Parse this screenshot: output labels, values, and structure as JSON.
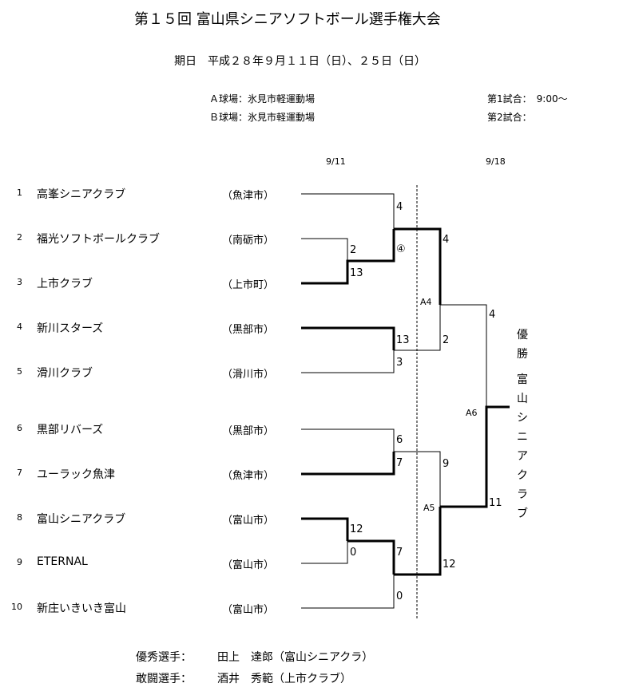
{
  "header": {
    "title": "第１５回 富山県シニアソフトボール選手権大会",
    "dates": "期日　平成２８年９月１１日（日）、２５日（日）",
    "venue_a": "Ａ球場：氷見市軽運動場",
    "venue_b": "Ｂ球場：氷見市軽運動場",
    "game1": "第1試合：　9:00～",
    "game2": "第2試合："
  },
  "rounds": {
    "r1": "9/11",
    "r2": "9/18"
  },
  "teams": [
    {
      "seed": "1",
      "name": "高峯シニアクラブ",
      "city": "（魚津市）"
    },
    {
      "seed": "2",
      "name": "福光ソフトボールクラブ",
      "city": "（南砺市）"
    },
    {
      "seed": "3",
      "name": "上市クラブ",
      "city": "（上市町）"
    },
    {
      "seed": "4",
      "name": "新川スターズ",
      "city": "（黒部市）"
    },
    {
      "seed": "5",
      "name": "滑川クラブ",
      "city": "（滑川市）"
    },
    {
      "seed": "6",
      "name": "黒部リバーズ",
      "city": "（黒部市）"
    },
    {
      "seed": "7",
      "name": "ユーラック魚津",
      "city": "（魚津市）"
    },
    {
      "seed": "8",
      "name": "富山シニアクラブ",
      "city": "（富山市）"
    },
    {
      "seed": "9",
      "name": "ETERNAL",
      "city": "（富山市）"
    },
    {
      "seed": "10",
      "name": "新庄いきいき富山",
      "city": "（富山市）"
    }
  ],
  "scores": {
    "s1": "4",
    "s2": "2",
    "s3": "13",
    "s23": "④",
    "s4": "13",
    "s5": "3",
    "s6": "6",
    "s7": "7",
    "s8": "12",
    "s9": "0",
    "s89": "7",
    "s10": "0",
    "a4_top": "4",
    "a4_bottom": "2",
    "a5_top": "9",
    "a5_bottom": "12",
    "final_top": "4",
    "final_bottom": "11"
  },
  "games": {
    "a4": "A4",
    "a5": "A5",
    "a6": "A6"
  },
  "champion": {
    "label": [
      "優",
      "勝"
    ],
    "team": [
      "富",
      "山",
      "シ",
      "ニ",
      "ア",
      "ク",
      "ラ",
      "ブ"
    ]
  },
  "awards": {
    "mvp_label": "優秀選手：",
    "mvp_value": "田上　達郎（富山シニアクラ）",
    "fight_label": "敢闘選手：",
    "fight_value": "酒井　秀範（上市クラブ）"
  }
}
